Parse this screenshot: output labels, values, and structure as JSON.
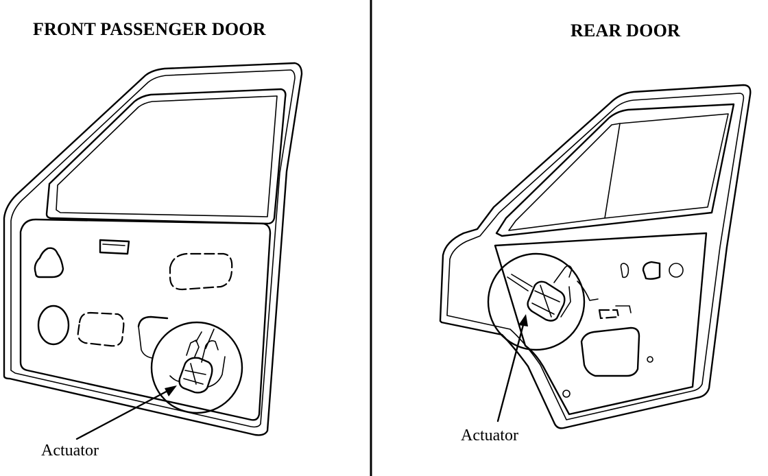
{
  "panels": {
    "front": {
      "title": "FRONT PASSENGER DOOR",
      "callout": "Actuator"
    },
    "rear": {
      "title": "REAR DOOR",
      "callout": "Actuator"
    }
  }
}
